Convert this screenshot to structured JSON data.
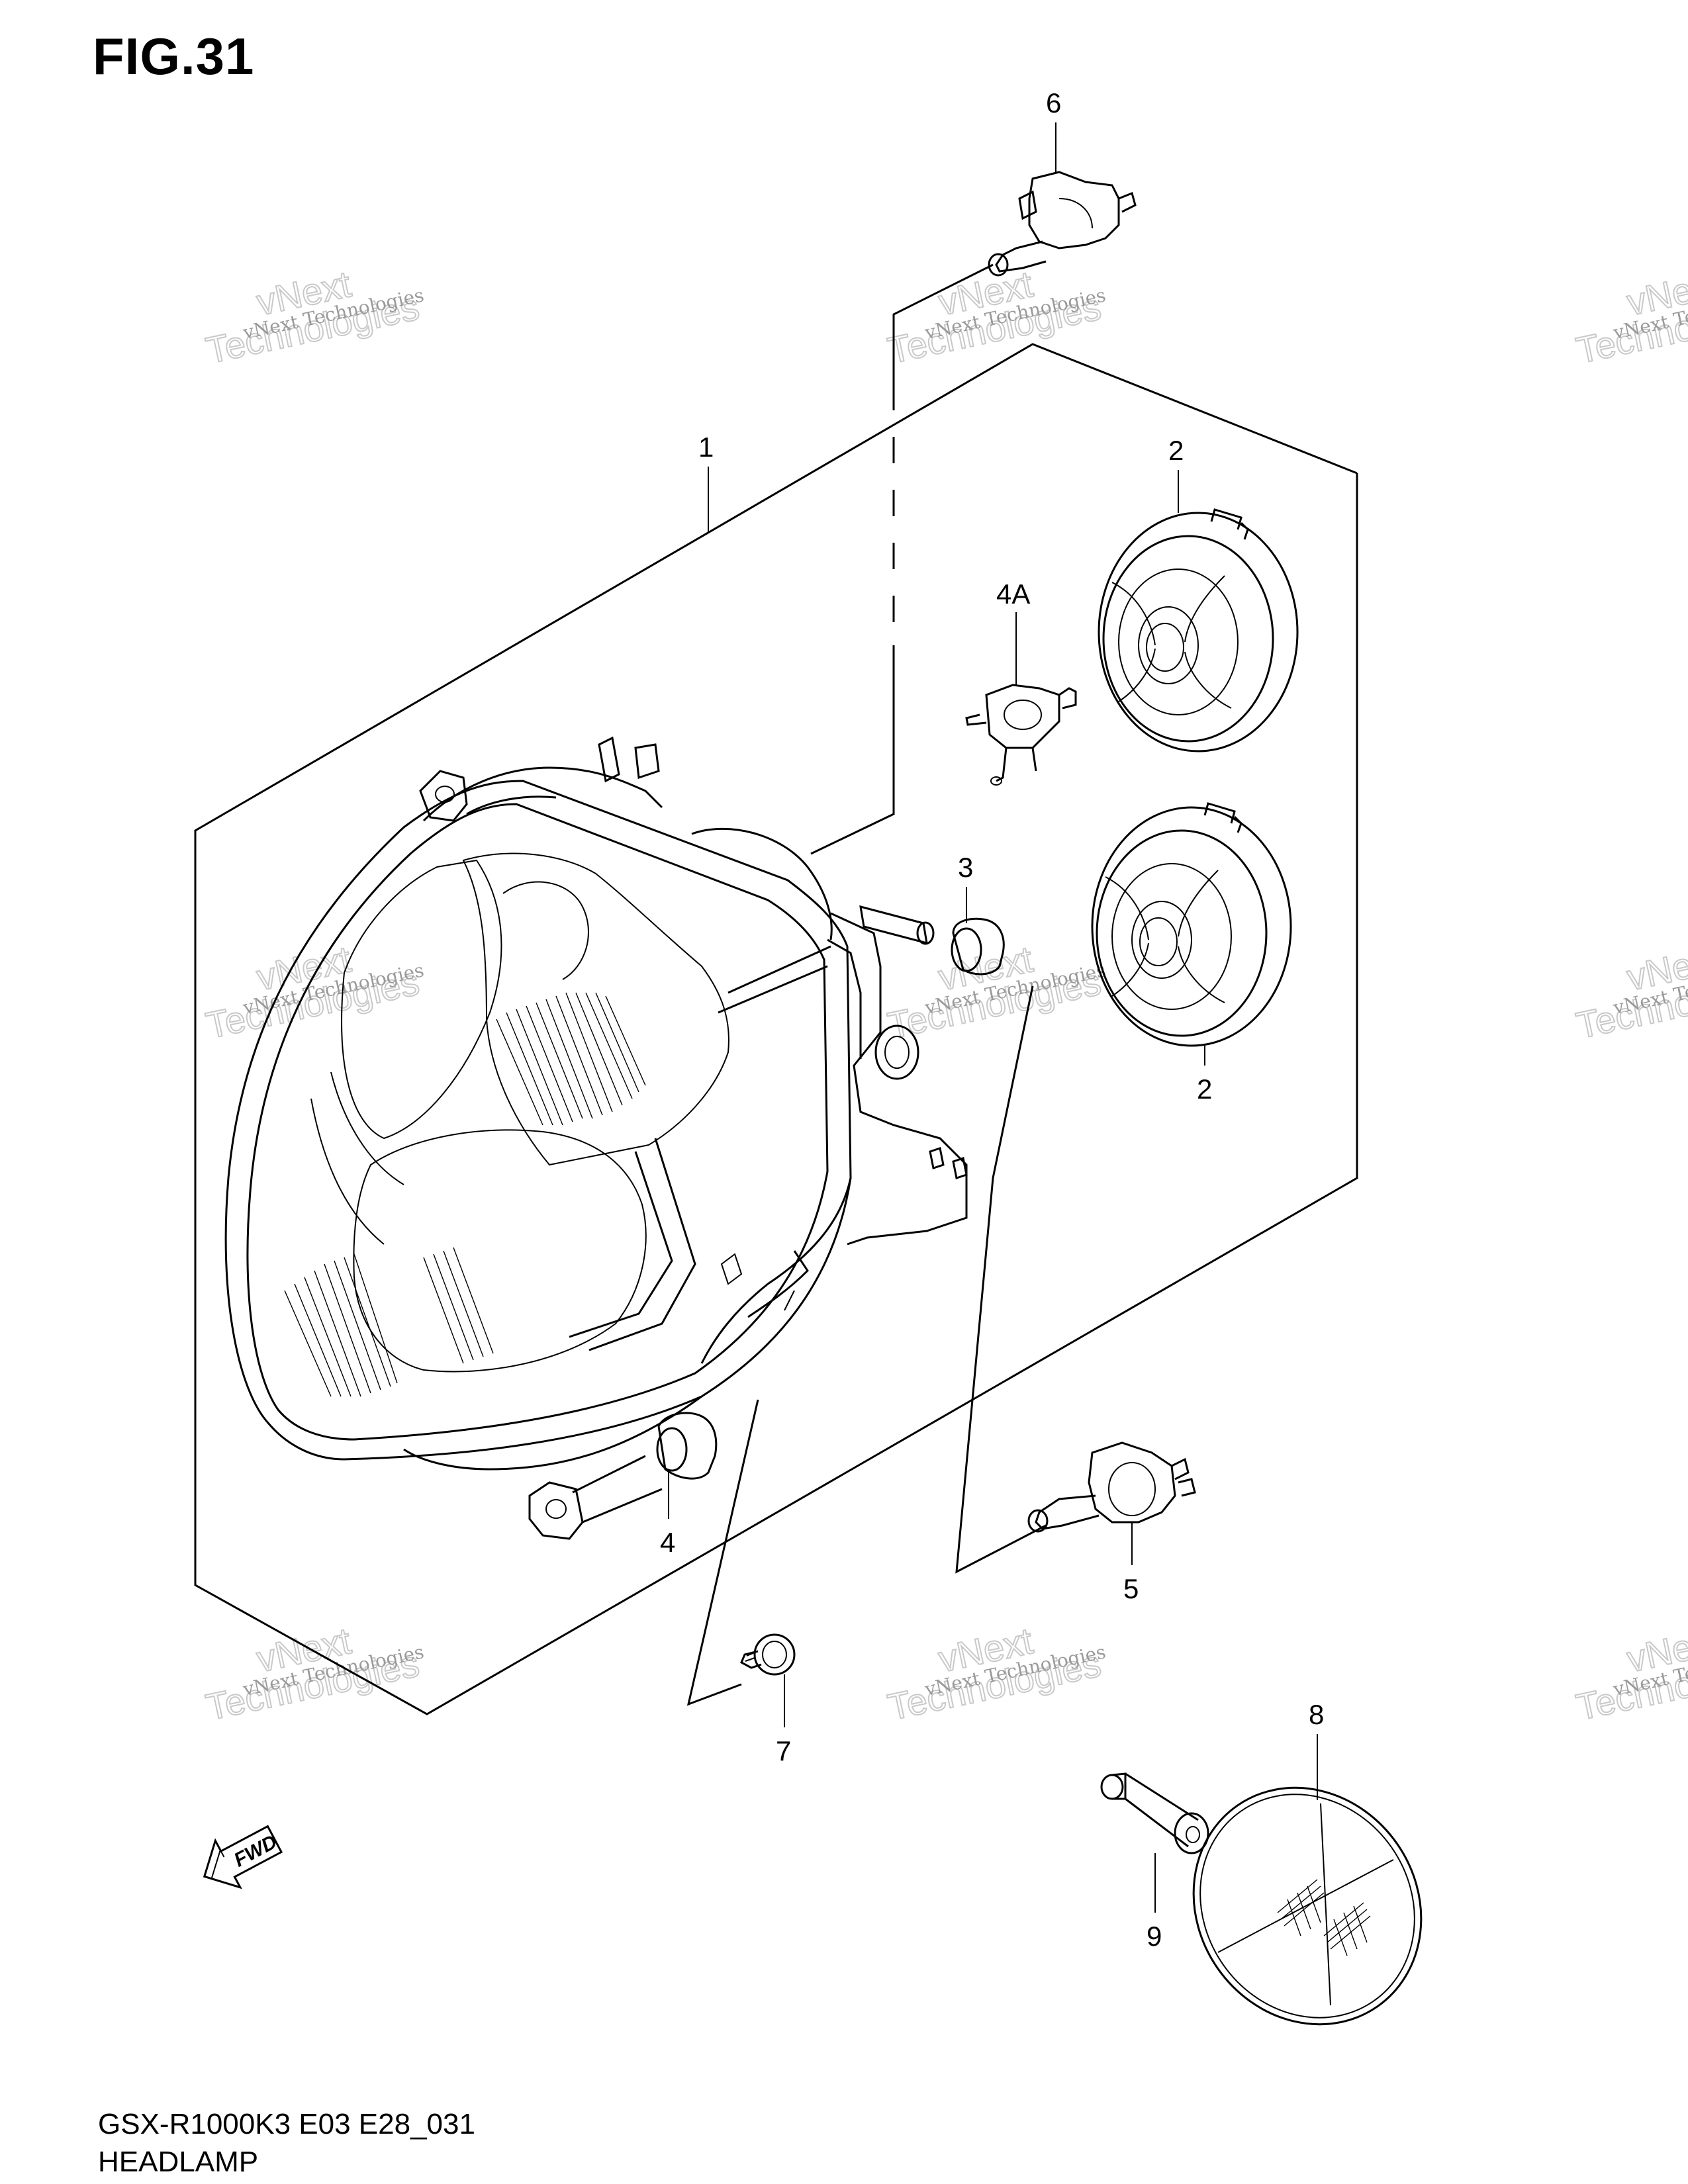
{
  "figure": {
    "title": "FIG.31",
    "model_code": "GSX-R1000K3 E03 E28_031",
    "name": "HEADLAMP"
  },
  "watermarks": [
    {
      "line1": "vNext Technologies",
      "line2": "vNext",
      "line3": "Technologies"
    },
    {
      "line1": "vNext Technologies",
      "line2": "vNext",
      "line3": "Technologies"
    },
    {
      "line1": "vNext Technologies",
      "line2": "vNext",
      "line3": "Technologies"
    },
    {
      "line1": "vNext Technologies",
      "line2": "vNext",
      "line3": "Technologies"
    },
    {
      "line1": "vNext Technologies",
      "line2": "vNext",
      "line3": "Technologies"
    },
    {
      "line1": "vNext Technologies",
      "line2": "vNext",
      "line3": "Technologies"
    },
    {
      "line1": "vNext Technologies",
      "line2": "vNext",
      "line3": "Technologies"
    },
    {
      "line1": "vNext Technologies",
      "line2": "vNext",
      "line3": "Technologies"
    },
    {
      "line1": "vNext Technologies",
      "line2": "vNext",
      "line3": "Technologies"
    }
  ],
  "fwd_label": "FWD",
  "callouts": [
    {
      "label": "6"
    },
    {
      "label": "1"
    },
    {
      "label": "2"
    },
    {
      "label": "4A"
    },
    {
      "label": "3"
    },
    {
      "label": "2"
    },
    {
      "label": "4"
    },
    {
      "label": "5"
    },
    {
      "label": "7"
    },
    {
      "label": "8"
    },
    {
      "label": "9"
    }
  ]
}
